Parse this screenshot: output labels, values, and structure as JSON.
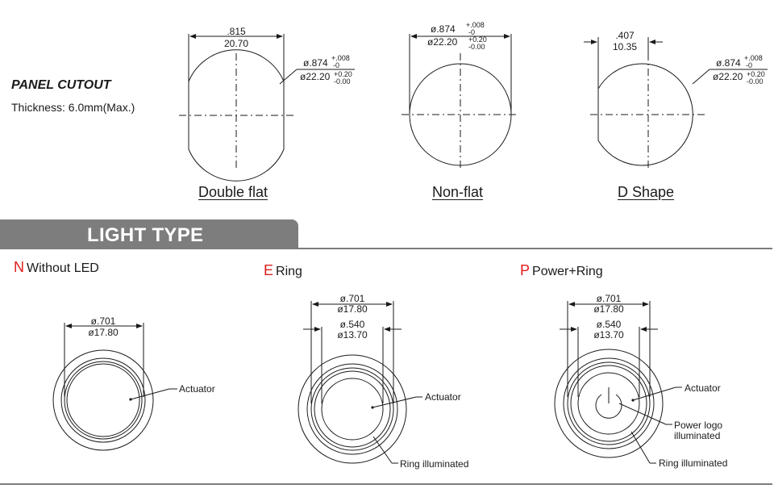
{
  "panel_cutout": {
    "title": "PANEL CUTOUT",
    "thickness": "Thickness: 6.0mm(Max.)",
    "shapes": [
      {
        "label": "Double flat",
        "dim_in": ".815",
        "dim_mm": "20.70",
        "dia_in": "ø.874",
        "tol_in_plus": "+.008",
        "tol_in_minus": "-0",
        "dia_mm": "ø22.20",
        "tol_mm_plus": "+0.20",
        "tol_mm_minus": "-0.00"
      },
      {
        "label": "Non-flat",
        "dia_in": "ø.874",
        "tol_in_plus": "+.008",
        "tol_in_minus": "-0",
        "dia_mm": "ø22.20",
        "tol_mm_plus": "+0.20",
        "tol_mm_minus": "-0.00"
      },
      {
        "label": "D Shape",
        "dim_in": ".407",
        "dim_mm": "10.35",
        "dia_in": "ø.874",
        "tol_in_plus": "+.008",
        "tol_in_minus": "-0",
        "dia_mm": "ø22.20",
        "tol_mm_plus": "+0.20",
        "tol_mm_minus": "-0.00"
      }
    ]
  },
  "light_type": {
    "title": "LIGHT TYPE",
    "types": [
      {
        "code": "N",
        "name": "Without LED",
        "outer_in": "ø.701",
        "outer_mm": "ø17.80",
        "callouts": [
          "Actuator"
        ]
      },
      {
        "code": "E",
        "name": "Ring",
        "outer_in": "ø.701",
        "outer_mm": "ø17.80",
        "inner_in": "ø.540",
        "inner_mm": "ø13.70",
        "callouts": [
          "Actuator",
          "Ring illuminated"
        ]
      },
      {
        "code": "P",
        "name": "Power+Ring",
        "outer_in": "ø.701",
        "outer_mm": "ø17.80",
        "inner_in": "ø.540",
        "inner_mm": "ø13.70",
        "callouts": [
          "Actuator",
          "Power logo illuminated",
          "Ring illuminated"
        ]
      }
    ]
  },
  "colors": {
    "accent_red": "#e01b1b",
    "band_gray": "#7d7d7d",
    "line": "#1a1a1a"
  }
}
